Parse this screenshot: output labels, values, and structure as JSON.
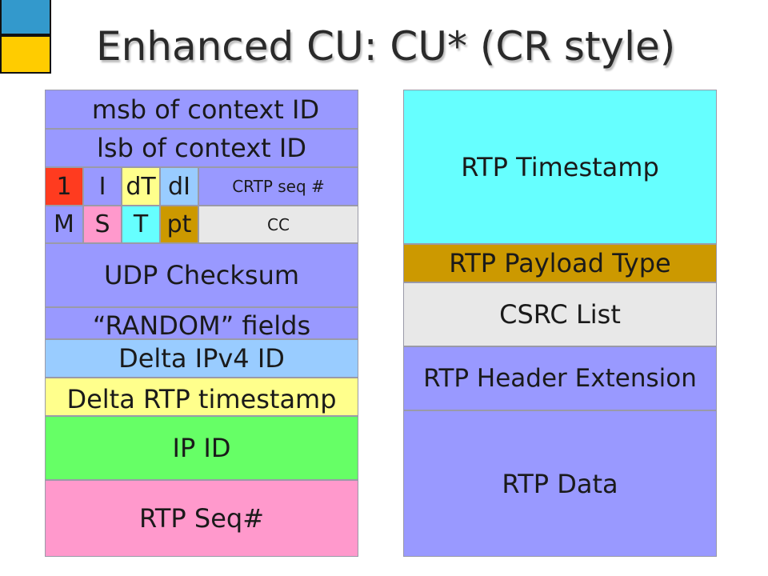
{
  "title": "Enhanced CU: CU* (CR style)",
  "colors": {
    "periwinkle": "#9999ff",
    "red": "#ff3b1f",
    "yellow": "#ffff8c",
    "light_blue": "#99ccff",
    "pink": "#ff99cc",
    "cyan": "#66ffff",
    "gold": "#cc9900",
    "light_gray": "#e8e8e8",
    "green": "#66ff66",
    "deco_blue": "#3399cc",
    "deco_yellow": "#ffcc00"
  },
  "left_packet": {
    "msb": "msb of context ID",
    "lsb": "lsb of context ID",
    "flags_row1": [
      "1",
      "I",
      "dT",
      "dI"
    ],
    "crtp_seq": "CRTP seq #",
    "flags_row2": [
      "M",
      "S",
      "T",
      "pt"
    ],
    "cc": "CC",
    "udp_checksum": "UDP Checksum",
    "random_fields": "“RANDOM” fields",
    "delta_ipv4_id": "Delta IPv4 ID",
    "delta_rtp_timestamp": "Delta RTP timestamp",
    "ip_id": "IP ID",
    "rtp_seq": "RTP Seq#"
  },
  "right_packet": {
    "rtp_timestamp": "RTP Timestamp",
    "rtp_payload_type": "RTP Payload Type",
    "csrc_list": "CSRC List",
    "rtp_header_extension": "RTP Header Extension",
    "rtp_data": "RTP Data"
  }
}
